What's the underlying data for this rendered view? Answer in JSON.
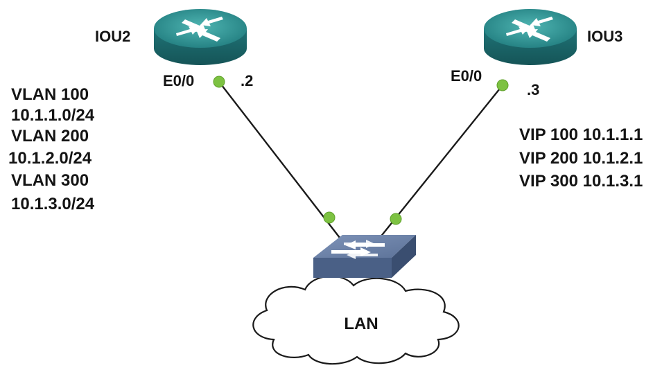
{
  "devices": {
    "router_left": {
      "name": "IOU2",
      "interface": "E0/0",
      "host": ".2"
    },
    "router_right": {
      "name": "IOU3",
      "interface": "E0/0",
      "host": ".3"
    },
    "cloud": {
      "label": "LAN"
    }
  },
  "vlans": [
    {
      "label": "VLAN 100",
      "subnet": "10.1.1.0/24"
    },
    {
      "label": "VLAN 200",
      "subnet": "10.1.2.0/24"
    },
    {
      "label": "VLAN 300",
      "subnet": "10.1.3.0/24"
    }
  ],
  "vips": [
    {
      "text": "VIP 100 10.1.1.1"
    },
    {
      "text": "VIP 200 10.1.2.1"
    },
    {
      "text": "VIP 300 10.1.3.1"
    }
  ],
  "colors": {
    "router_top": "#2a8c8c",
    "router_side": "#1a6b6e",
    "switch_top": "#6a80a6",
    "switch_side": "#3f5576",
    "port": "#7dc242",
    "cloud_fill": "#ffffff",
    "link": "#1a1a1a"
  }
}
